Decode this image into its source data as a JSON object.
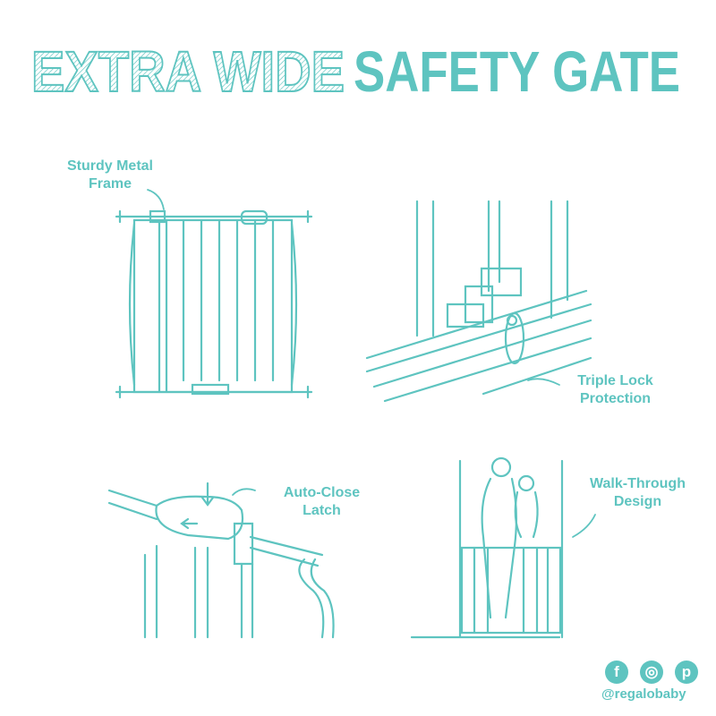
{
  "title": {
    "part1": "EXTRA WIDE",
    "part2": "SAFETY GATE"
  },
  "features": [
    {
      "line1": "Sturdy Metal",
      "line2": "Frame"
    },
    {
      "line1": "Triple Lock",
      "line2": "Protection"
    },
    {
      "line1": "Auto-Close",
      "line2": "Latch"
    },
    {
      "line1": "Walk-Through",
      "line2": "Design"
    }
  ],
  "social": {
    "icons": [
      {
        "name": "facebook-icon",
        "glyph": "f"
      },
      {
        "name": "instagram-icon",
        "glyph": "◎"
      },
      {
        "name": "pinterest-icon",
        "glyph": "p"
      }
    ],
    "handle": "@regalobaby"
  },
  "colors": {
    "accent": "#5ec4c0"
  }
}
